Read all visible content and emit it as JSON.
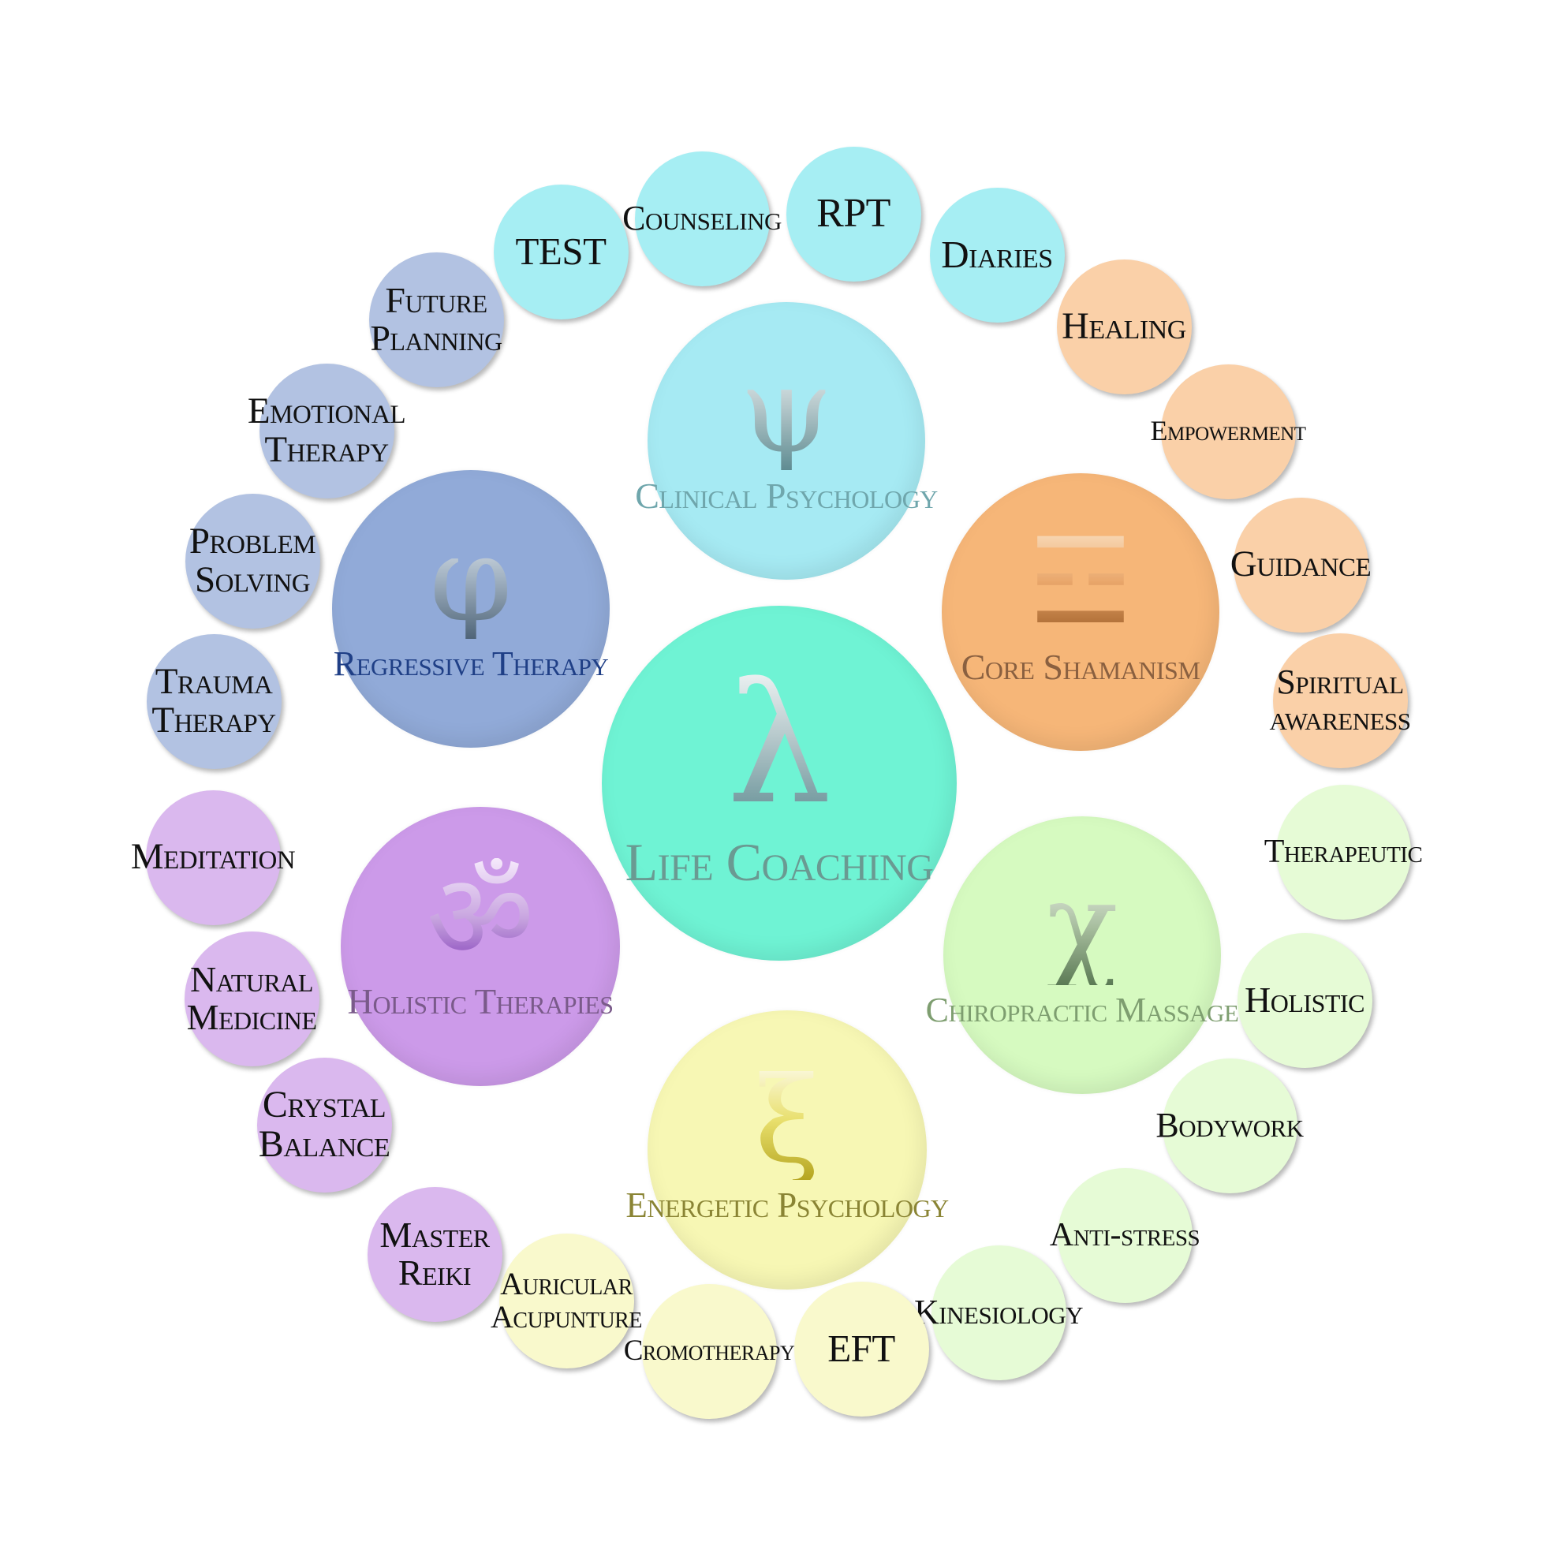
{
  "center": {
    "symbol": "λ",
    "symbol_name": "lambda-icon",
    "title": "Life Coaching",
    "color": "#6ff3d4",
    "title_color": "#6a9a92"
  },
  "groups": [
    {
      "key": "clinical",
      "symbol": "ψ",
      "symbol_name": "psi-icon",
      "title": "Clinical Psychology",
      "color": "#a6eaf3",
      "small_color": "#a6eef3",
      "title_color": "#6fa6ac",
      "items": [
        {
          "lines": [
            "TEST"
          ]
        },
        {
          "lines": [
            "Counseling"
          ]
        },
        {
          "lines": [
            "RPT"
          ]
        },
        {
          "lines": [
            "Diaries"
          ]
        }
      ]
    },
    {
      "key": "shamanism",
      "symbol": "☲",
      "symbol_name": "shamanic-totem-icon",
      "title": "Core Shamanism",
      "color": "#f6b678",
      "small_color": "#fad0a8",
      "title_color": "#8a6040",
      "items": [
        {
          "lines": [
            "Healing"
          ]
        },
        {
          "lines": [
            "Empowerment"
          ]
        },
        {
          "lines": [
            "Guidance"
          ]
        },
        {
          "lines": [
            "Spiritual",
            "awareness"
          ]
        }
      ]
    },
    {
      "key": "chiro",
      "symbol": "χ",
      "symbol_name": "chi-icon",
      "title": "Chiropractic Massage",
      "color": "#d6fac0",
      "small_color": "#e6fbd6",
      "title_color": "#7e9e70",
      "items": [
        {
          "lines": [
            "Therapeutic"
          ]
        },
        {
          "lines": [
            "Holistic"
          ]
        },
        {
          "lines": [
            "Bodywork"
          ]
        },
        {
          "lines": [
            "Anti-stress"
          ]
        },
        {
          "lines": [
            "Kinesiology"
          ]
        }
      ]
    },
    {
      "key": "energetic",
      "symbol": "ξ",
      "symbol_name": "xi-icon",
      "title": "Energetic Psychology",
      "color": "#f7f7b4",
      "small_color": "#f9f9cc",
      "title_color": "#8a8434",
      "items": [
        {
          "lines": [
            "EFT"
          ]
        },
        {
          "lines": [
            "Cromotherapy"
          ]
        },
        {
          "lines": [
            "Auricular",
            "Acupunture"
          ]
        }
      ]
    },
    {
      "key": "holistic",
      "symbol": "ॐ",
      "symbol_name": "om-icon",
      "title": "Holistic Therapies",
      "color": "#cc9ae9",
      "small_color": "#dab8ee",
      "title_color": "#7a5a8a",
      "items": [
        {
          "lines": [
            "Master",
            "Reiki"
          ]
        },
        {
          "lines": [
            "Crystal",
            "Balance"
          ]
        },
        {
          "lines": [
            "Natural",
            "Medicine"
          ]
        },
        {
          "lines": [
            "Meditation"
          ]
        }
      ]
    },
    {
      "key": "regressive",
      "symbol": "φ",
      "symbol_name": "phi-icon",
      "title": "Regressive Therapy",
      "color": "#91aad8",
      "small_color": "#b2c2e2",
      "title_color": "#1f3f86",
      "items": [
        {
          "lines": [
            "Trauma",
            "Therapy"
          ]
        },
        {
          "lines": [
            "Problem",
            "Solving"
          ]
        },
        {
          "lines": [
            "Emotional",
            "Therapy"
          ]
        },
        {
          "lines": [
            "Future",
            "Planning"
          ]
        }
      ]
    }
  ]
}
